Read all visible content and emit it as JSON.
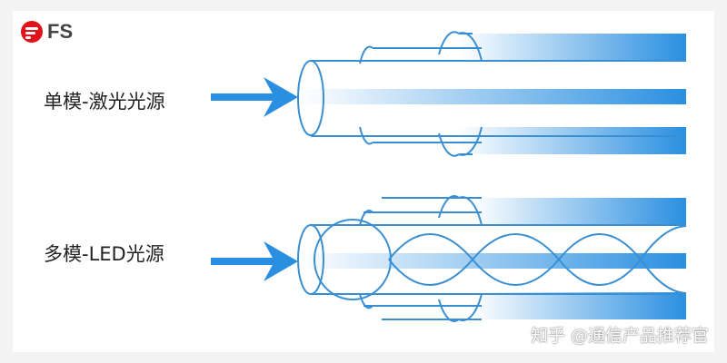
{
  "logo": {
    "text": "FS",
    "color": "#e0131a"
  },
  "labels": {
    "single_mode": "单模-激光光源",
    "multi_mode": "多模-LED光源"
  },
  "watermark": "知乎 @通信产品推荐官",
  "colors": {
    "line": "#3a8fd3",
    "fill": "#2a8fe0"
  }
}
